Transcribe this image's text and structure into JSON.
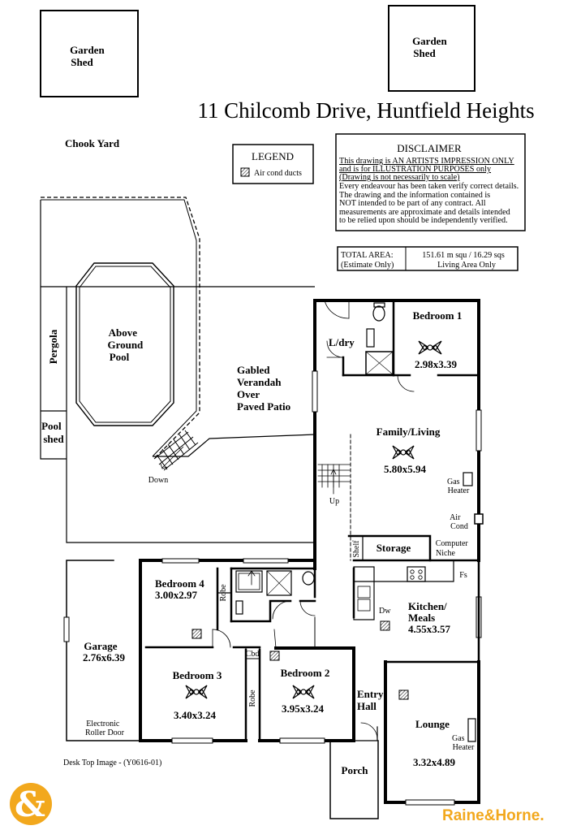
{
  "title": "11 Chilcomb Drive, Huntfield Heights",
  "outdoor": {
    "garden_shed_1": [
      "Garden",
      "Shed"
    ],
    "garden_shed_2": [
      "Garden",
      "Shed"
    ],
    "chook_yard": "Chook Yard",
    "pool": [
      "Above",
      "Ground",
      "Pool"
    ],
    "pergola": "Pergola",
    "pool_shed": [
      "Pool",
      "shed"
    ],
    "down": "Down",
    "verandah": [
      "Gabled",
      "Verandah",
      "Over",
      "Paved Patio"
    ],
    "up": "Up"
  },
  "legend": {
    "heading": "LEGEND",
    "item": "Air cond ducts"
  },
  "disclaimer": {
    "heading": "DISCLAIMER",
    "lines": [
      "This drawing is AN ARTISTS IMPRESSION ONLY",
      "and is for ILLUSTRATION PURPOSES only",
      "(Drawing is not necessarily to scale)",
      "Every endeavour has been taken verify correct details.",
      "The drawing and the information contained is",
      "NOT intended to be part of any contract.  All",
      "measurements are approximate and details intended",
      "to be relied upon should be independently verified."
    ]
  },
  "area": {
    "label": [
      "TOTAL AREA:",
      "(Estimate Only)"
    ],
    "value": [
      "151.61 m squ /  16.29 sqs",
      "Living Area Only"
    ]
  },
  "rooms": {
    "ldry": "L/dry",
    "bed1": {
      "name": "Bedroom 1",
      "size": "2.98x3.39"
    },
    "family": {
      "name": "Family/Living",
      "size": "5.80x5.94"
    },
    "gas_heater_1": [
      "Gas",
      "Heater"
    ],
    "air_cond": [
      "Air",
      "Cond"
    ],
    "computer": [
      "Computer",
      "Niche"
    ],
    "storage": "Storage",
    "shelf": "Shelf",
    "fs": "Fs",
    "bed4": {
      "name": "Bedroom 4",
      "size": "3.00x2.97"
    },
    "robe_1": "Robe",
    "kitchen": {
      "name": [
        "Kitchen/",
        "Meals"
      ],
      "size": "4.55x3.57"
    },
    "dw": "Dw",
    "garage": {
      "name": "Garage",
      "size": "2.76x6.39"
    },
    "bed3": {
      "name": "Bedroom 3",
      "size": "3.40x3.24"
    },
    "cbd": "Cbd",
    "robe_2": "Robe",
    "bed2": {
      "name": "Bedroom 2",
      "size": "3.95x3.24"
    },
    "entry": [
      "Entry",
      "Hall"
    ],
    "lounge": {
      "name": "Lounge",
      "size": "3.32x4.89"
    },
    "gas_heater_2": [
      "Gas",
      "Heater"
    ],
    "roller_door": [
      "Electronic",
      "Roller Door"
    ],
    "porch": "Porch"
  },
  "footer": {
    "image_ref": "Desk Top Image - (Y0616-01)",
    "brand": "Raine&Horne.",
    "logo_glyph": "&"
  },
  "colors": {
    "brand": "#f2a81d",
    "ink": "#000000"
  }
}
